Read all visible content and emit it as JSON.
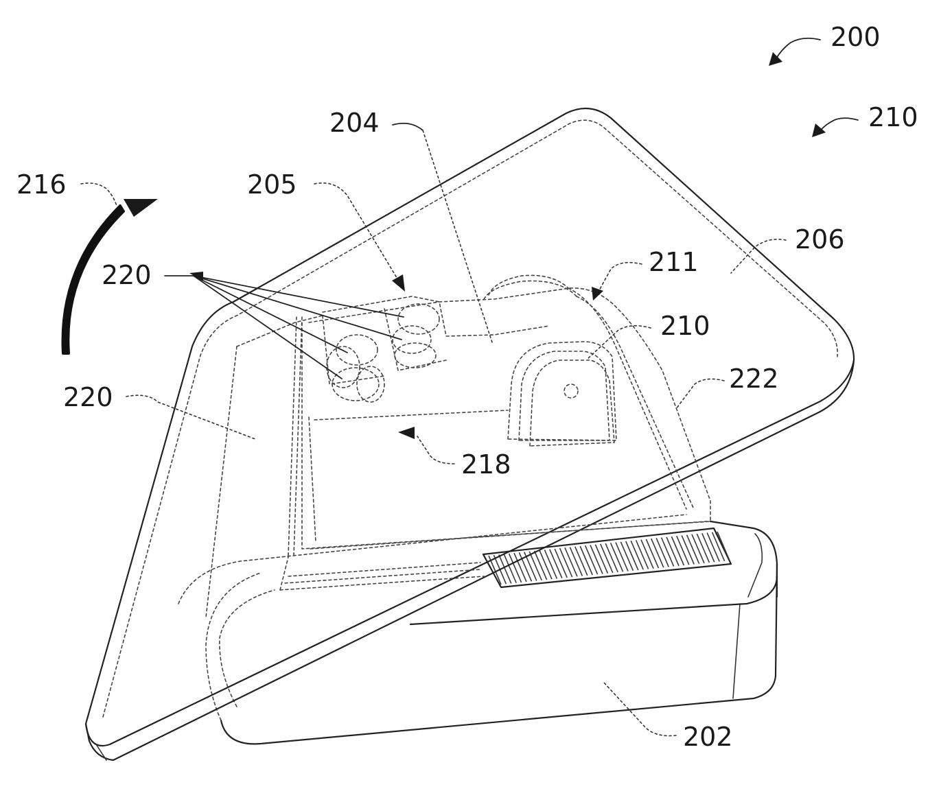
{
  "figure": {
    "reference_numerals": {
      "assembly_200": "200",
      "element_210_upper": "210",
      "element_204": "204",
      "element_216": "216",
      "element_205": "205",
      "element_206": "206",
      "element_220_upper": "220",
      "element_211": "211",
      "element_210_lower": "210",
      "element_220_lower": "220",
      "element_222": "222",
      "element_218": "218",
      "element_202": "202"
    }
  }
}
